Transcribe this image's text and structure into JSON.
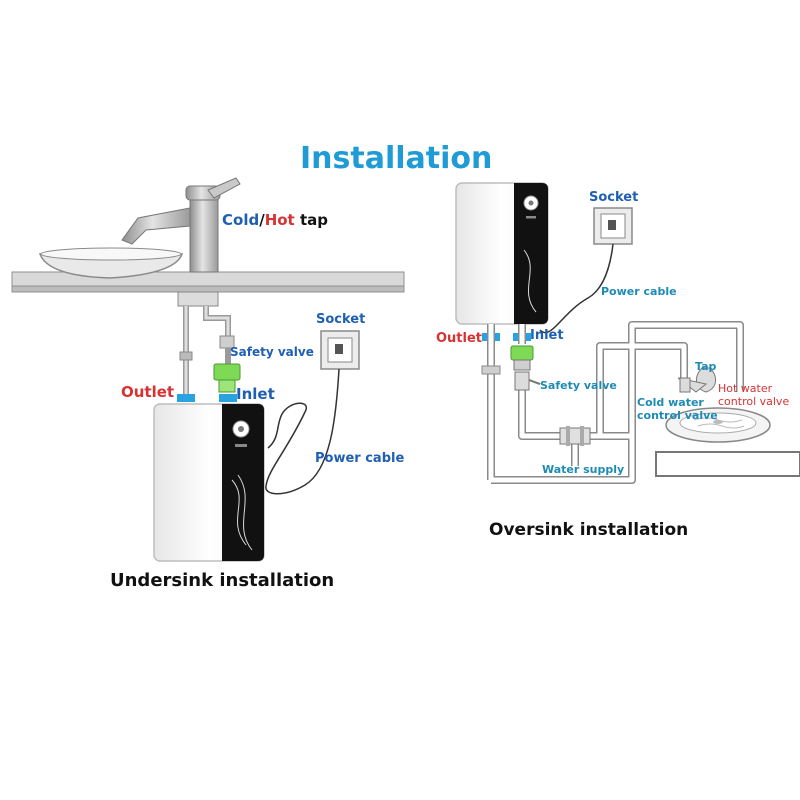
{
  "title": "Installation",
  "undersink": {
    "caption": "Undersink installation",
    "tap_cold": "Cold",
    "tap_slash": "/",
    "tap_hot": "Hot",
    "tap_word": "tap",
    "outlet": "Outlet",
    "inlet": "Inlet",
    "safety_valve": "Safety valve",
    "socket": "Socket",
    "power_cable": "Power cable"
  },
  "oversink": {
    "caption": "Oversink installation",
    "socket": "Socket",
    "power_cable": "Power cable",
    "outlet": "Outlet",
    "inlet": "Inlet",
    "safety_valve": "Safety valve",
    "tap": "Tap",
    "hot_valve_line1": "Hot water",
    "hot_valve_line2": "control valve",
    "cold_valve_line1": "Cold water",
    "cold_valve_line2": "control valve",
    "water_supply": "Water supply"
  },
  "colors": {
    "title": "#1f9bd6",
    "outlet": "#d83232",
    "inlet": "#1f5fb4",
    "connector": "#29a3e0",
    "safety_valve": "#7ed957",
    "heater_panel": "#111111"
  }
}
